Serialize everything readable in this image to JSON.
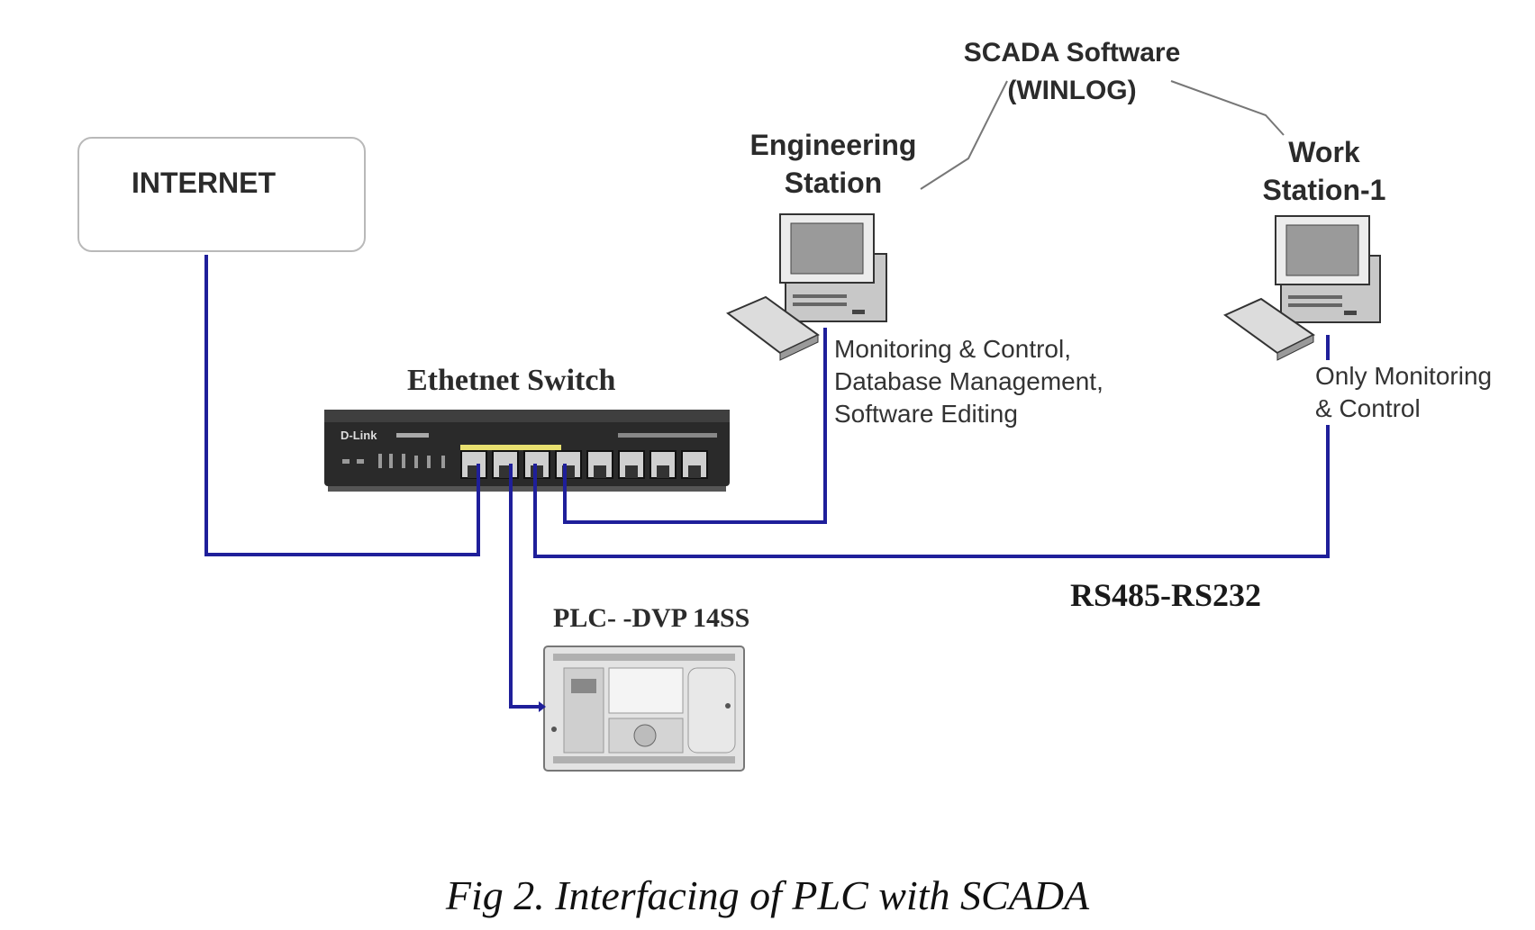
{
  "nodes": {
    "internet": "INTERNET",
    "switch": "Ethetnet Switch",
    "scada": [
      "SCADA Software",
      "(WINLOG)"
    ],
    "eng_station": [
      "Engineering",
      "Station"
    ],
    "work_station": [
      "Work",
      "Station-1"
    ],
    "plc": "PLC- -DVP 14SS"
  },
  "descriptions": {
    "eng": "Monitoring & Control,\nDatabase Management,\nSoftware Editing",
    "work": "Only Monitoring\n& Control"
  },
  "link_label": "RS485-RS232",
  "device_brand": "D-Link",
  "caption": "Fig 2. Interfacing of PLC with SCADA",
  "colors": {
    "cable": "#1f1f9a",
    "scada_line": "#777777",
    "switch_body": "#2a2a2a",
    "port_led": "#e8e070"
  }
}
